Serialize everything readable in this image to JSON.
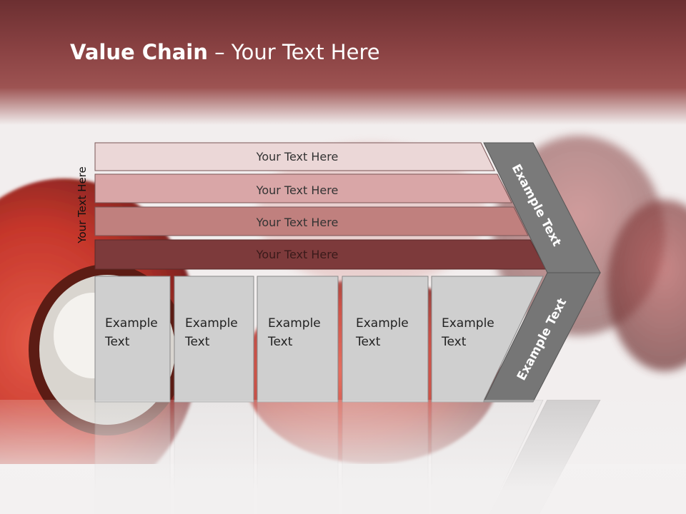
{
  "slide": {
    "title_bold": "Value Chain",
    "title_rest": " – Your Text Here",
    "vertical_label": "Your Text Here"
  },
  "bars": [
    {
      "label": "Your Text Here",
      "color": "#ebd7d7"
    },
    {
      "label": "Your Text Here",
      "color": "#d9a6a7"
    },
    {
      "label": "Your Text Here",
      "color": "#c0807e"
    },
    {
      "label": "Your Text Here",
      "color": "#7d3a3b"
    }
  ],
  "cells": [
    {
      "line1": "Example",
      "line2": "Text"
    },
    {
      "line1": "Example",
      "line2": "Text"
    },
    {
      "line1": "Example",
      "line2": "Text"
    },
    {
      "line1": "Example",
      "line2": "Text"
    },
    {
      "line1": "Example",
      "line2": "Text"
    }
  ],
  "chevron": {
    "upper_label": "Example Text",
    "lower_label": "Example Text",
    "color": "#7a7a7a"
  },
  "colors": {
    "header": "#7d3a3b",
    "cell_fill": "#cfcfcf",
    "fruit_red": "#c93b30"
  }
}
